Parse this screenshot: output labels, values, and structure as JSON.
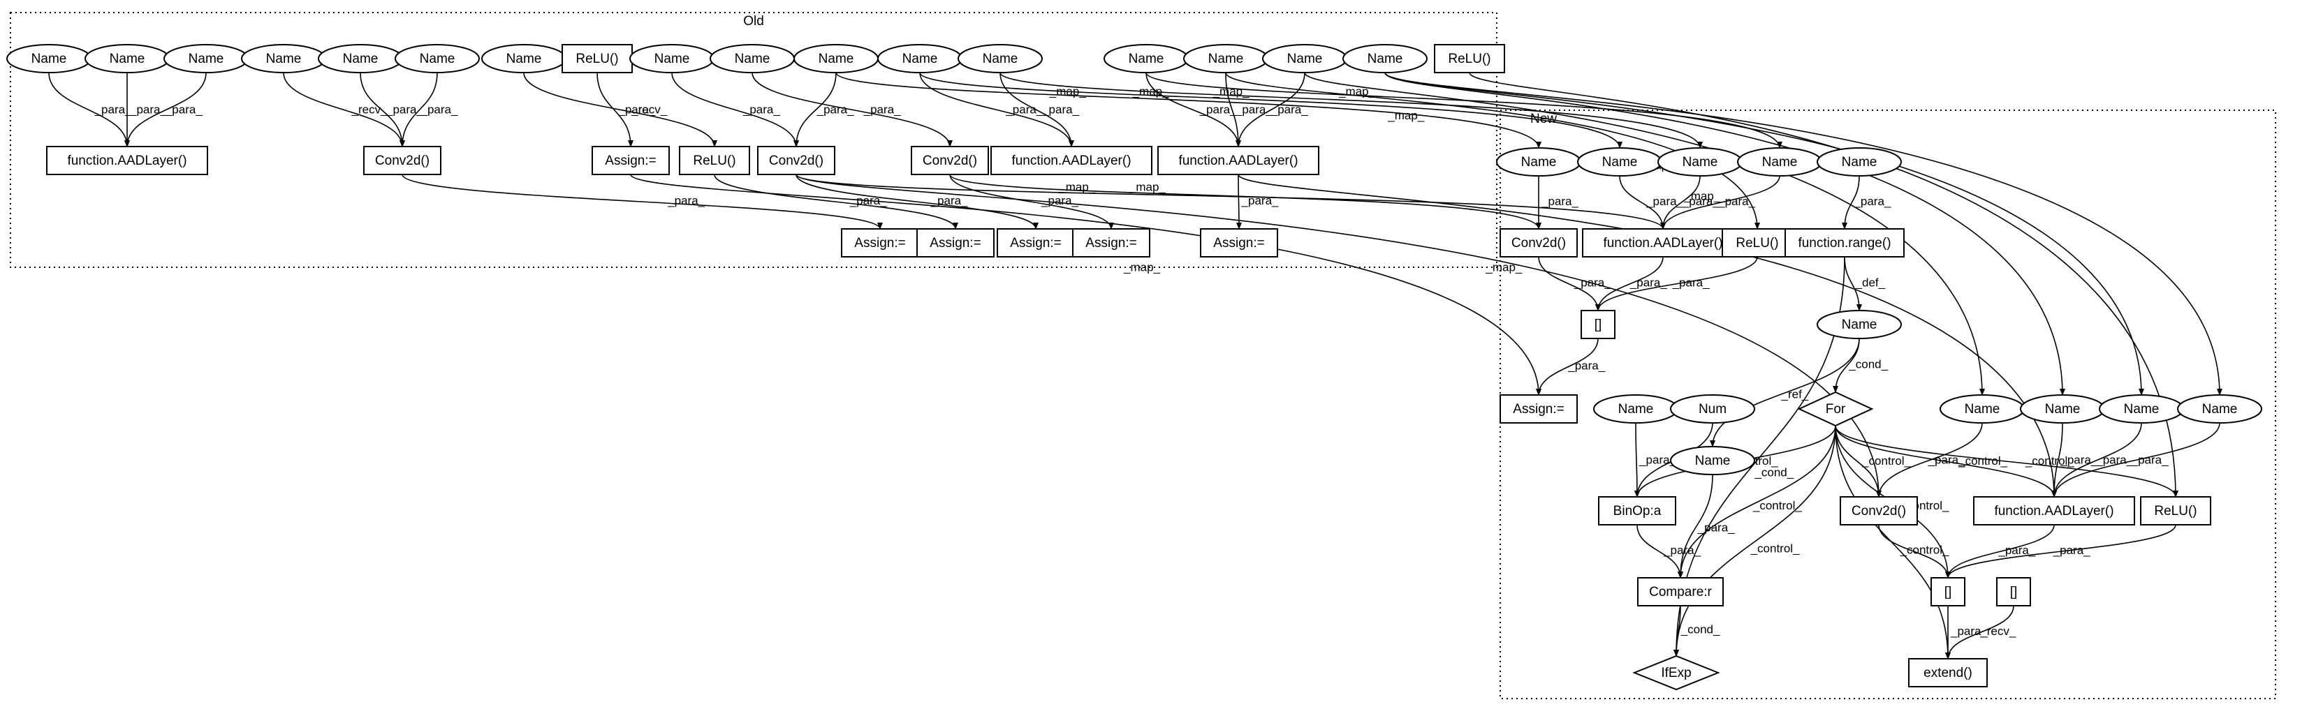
{
  "clusters": [
    {
      "id": "old",
      "label": "Old"
    },
    {
      "id": "new",
      "label": "New"
    }
  ],
  "nodes": [
    {
      "id": "o_n1",
      "shape": "ellipse",
      "label": "Name"
    },
    {
      "id": "o_n2",
      "shape": "ellipse",
      "label": "Name"
    },
    {
      "id": "o_n3",
      "shape": "ellipse",
      "label": "Name"
    },
    {
      "id": "o_n4",
      "shape": "ellipse",
      "label": "Name"
    },
    {
      "id": "o_n5",
      "shape": "ellipse",
      "label": "Name"
    },
    {
      "id": "o_n6",
      "shape": "ellipse",
      "label": "Name"
    },
    {
      "id": "o_n7",
      "shape": "ellipse",
      "label": "Name"
    },
    {
      "id": "o_relu1",
      "shape": "box",
      "label": "ReLU()"
    },
    {
      "id": "o_n8",
      "shape": "ellipse",
      "label": "Name"
    },
    {
      "id": "o_n9",
      "shape": "ellipse",
      "label": "Name"
    },
    {
      "id": "o_n10",
      "shape": "ellipse",
      "label": "Name"
    },
    {
      "id": "o_n11",
      "shape": "ellipse",
      "label": "Name"
    },
    {
      "id": "o_n12",
      "shape": "ellipse",
      "label": "Name"
    },
    {
      "id": "o_n13",
      "shape": "ellipse",
      "label": "Name"
    },
    {
      "id": "o_n14",
      "shape": "ellipse",
      "label": "Name"
    },
    {
      "id": "o_n15",
      "shape": "ellipse",
      "label": "Name"
    },
    {
      "id": "o_n16",
      "shape": "ellipse",
      "label": "Name"
    },
    {
      "id": "o_relu_top",
      "shape": "box",
      "label": "ReLU()"
    },
    {
      "id": "o_aad1",
      "shape": "box",
      "label": "function.AADLayer()"
    },
    {
      "id": "o_conv1",
      "shape": "box",
      "label": "Conv2d()"
    },
    {
      "id": "o_assign1",
      "shape": "box",
      "label": "Assign:="
    },
    {
      "id": "o_relu2",
      "shape": "box",
      "label": "ReLU()"
    },
    {
      "id": "o_conv2",
      "shape": "box",
      "label": "Conv2d()"
    },
    {
      "id": "o_conv3",
      "shape": "box",
      "label": "Conv2d()"
    },
    {
      "id": "o_aad2",
      "shape": "box",
      "label": "function.AADLayer()"
    },
    {
      "id": "o_aad3",
      "shape": "box",
      "label": "function.AADLayer()"
    },
    {
      "id": "o_assign2",
      "shape": "box",
      "label": "Assign:="
    },
    {
      "id": "o_assign3",
      "shape": "box",
      "label": "Assign:="
    },
    {
      "id": "o_assign4",
      "shape": "box",
      "label": "Assign:="
    },
    {
      "id": "o_assign5",
      "shape": "box",
      "label": "Assign:="
    },
    {
      "id": "o_assign6",
      "shape": "box",
      "label": "Assign:="
    },
    {
      "id": "n_n1",
      "shape": "ellipse",
      "label": "Name"
    },
    {
      "id": "n_n2",
      "shape": "ellipse",
      "label": "Name"
    },
    {
      "id": "n_n3",
      "shape": "ellipse",
      "label": "Name"
    },
    {
      "id": "n_n4",
      "shape": "ellipse",
      "label": "Name"
    },
    {
      "id": "n_n5",
      "shape": "ellipse",
      "label": "Name"
    },
    {
      "id": "n_conv1",
      "shape": "box",
      "label": "Conv2d()"
    },
    {
      "id": "n_aad1",
      "shape": "box",
      "label": "function.AADLayer()"
    },
    {
      "id": "n_relu1",
      "shape": "box",
      "label": "ReLU()"
    },
    {
      "id": "n_range",
      "shape": "box",
      "label": "function.range()"
    },
    {
      "id": "n_list1",
      "shape": "box",
      "label": "[]"
    },
    {
      "id": "n_name_def",
      "shape": "ellipse",
      "label": "Name"
    },
    {
      "id": "n_assign",
      "shape": "box",
      "label": "Assign:="
    },
    {
      "id": "n_for",
      "shape": "diamond",
      "label": "For"
    },
    {
      "id": "n_n6",
      "shape": "ellipse",
      "label": "Name"
    },
    {
      "id": "n_num",
      "shape": "ellipse",
      "label": "Num"
    },
    {
      "id": "n_n7",
      "shape": "ellipse",
      "label": "Name"
    },
    {
      "id": "n_n8",
      "shape": "ellipse",
      "label": "Name"
    },
    {
      "id": "n_n9",
      "shape": "ellipse",
      "label": "Name"
    },
    {
      "id": "n_n10",
      "shape": "ellipse",
      "label": "Name"
    },
    {
      "id": "n_n11",
      "shape": "ellipse",
      "label": "Name"
    },
    {
      "id": "n_binop",
      "shape": "box",
      "label": "BinOp:a"
    },
    {
      "id": "n_conv2",
      "shape": "box",
      "label": "Conv2d()"
    },
    {
      "id": "n_aad2",
      "shape": "box",
      "label": "function.AADLayer()"
    },
    {
      "id": "n_relu2",
      "shape": "box",
      "label": "ReLU()"
    },
    {
      "id": "n_compare",
      "shape": "box",
      "label": "Compare:r"
    },
    {
      "id": "n_list2",
      "shape": "box",
      "label": "[]"
    },
    {
      "id": "n_list3",
      "shape": "box",
      "label": "[]"
    },
    {
      "id": "n_ifexp",
      "shape": "diamond",
      "label": "IfExp"
    },
    {
      "id": "n_extend",
      "shape": "box",
      "label": "extend()"
    }
  ],
  "edges": [
    {
      "from": "o_n1",
      "to": "o_aad1",
      "label": "_para_"
    },
    {
      "from": "o_n2",
      "to": "o_aad1",
      "label": "_para_"
    },
    {
      "from": "o_n3",
      "to": "o_aad1",
      "label": "_para_"
    },
    {
      "from": "o_n4",
      "to": "o_conv1",
      "label": "_recv_"
    },
    {
      "from": "o_n5",
      "to": "o_conv1",
      "label": "_para_"
    },
    {
      "from": "o_n6",
      "to": "o_conv1",
      "label": "_para_"
    },
    {
      "from": "o_relu1",
      "to": "o_assign1",
      "label": "_para_"
    },
    {
      "from": "o_n7",
      "to": "o_relu2",
      "label": "_recv_"
    },
    {
      "from": "o_n8",
      "to": "o_conv2",
      "label": "_para_"
    },
    {
      "from": "o_n9",
      "to": "o_conv3",
      "label": "_para_"
    },
    {
      "from": "o_n10",
      "to": "o_conv2",
      "label": "_para_"
    },
    {
      "from": "o_n11",
      "to": "o_aad2",
      "label": "_para_"
    },
    {
      "from": "o_n12",
      "to": "o_aad2",
      "label": "_para_"
    },
    {
      "from": "o_n13",
      "to": "o_aad3",
      "label": "_para_"
    },
    {
      "from": "o_n14",
      "to": "o_aad3",
      "label": "_para_"
    },
    {
      "from": "o_n15",
      "to": "o_aad3",
      "label": "_para_"
    },
    {
      "from": "o_conv1",
      "to": "o_assign2",
      "label": "_para_"
    },
    {
      "from": "o_relu2",
      "to": "o_assign3",
      "label": "_para_"
    },
    {
      "from": "o_conv2",
      "to": "o_assign4",
      "label": "_para_"
    },
    {
      "from": "o_conv3",
      "to": "o_assign5",
      "label": "_para_"
    },
    {
      "from": "o_aad3",
      "to": "o_assign6",
      "label": "_para_"
    },
    {
      "from": "o_n10",
      "to": "n_n1",
      "label": "_map_"
    },
    {
      "from": "o_n11",
      "to": "n_n2",
      "label": "_map_"
    },
    {
      "from": "o_n12",
      "to": "n_n3",
      "label": "_map_"
    },
    {
      "from": "o_n13",
      "to": "n_n4",
      "label": "_map_"
    },
    {
      "from": "o_n14",
      "to": "n_relu1",
      "label": "_map_"
    },
    {
      "from": "o_n15",
      "to": "n_n8",
      "label": "_map_"
    },
    {
      "from": "o_n16",
      "to": "n_n9",
      "label": "_map_"
    },
    {
      "from": "o_n16",
      "to": "n_n10",
      "label": "_map_"
    },
    {
      "from": "o_n16",
      "to": "n_n11",
      "label": "_map_"
    },
    {
      "from": "o_relu_top",
      "to": "n_relu2",
      "label": "_map_"
    },
    {
      "from": "o_conv2",
      "to": "n_aad1",
      "label": "_map_"
    },
    {
      "from": "o_conv3",
      "to": "n_conv1",
      "label": "_map_"
    },
    {
      "from": "o_conv2",
      "to": "n_conv2",
      "label": "_map_"
    },
    {
      "from": "o_aad3",
      "to": "n_aad2",
      "label": "_map_"
    },
    {
      "from": "o_assign1",
      "to": "n_assign",
      "label": "_map_"
    },
    {
      "from": "n_n1",
      "to": "n_conv1",
      "label": "_para_"
    },
    {
      "from": "n_n2",
      "to": "n_aad1",
      "label": "_para_"
    },
    {
      "from": "n_n3",
      "to": "n_aad1",
      "label": "_para_"
    },
    {
      "from": "n_n4",
      "to": "n_aad1",
      "label": "_para_"
    },
    {
      "from": "n_n5",
      "to": "n_range",
      "label": "_para_"
    },
    {
      "from": "n_conv1",
      "to": "n_list1",
      "label": "_para_"
    },
    {
      "from": "n_aad1",
      "to": "n_list1",
      "label": "_para_"
    },
    {
      "from": "n_relu1",
      "to": "n_list1",
      "label": "_para_"
    },
    {
      "from": "n_list1",
      "to": "n_assign",
      "label": "_para_"
    },
    {
      "from": "n_range",
      "to": "n_name_def",
      "label": "_def_"
    },
    {
      "from": "n_range",
      "to": "n_ifexp",
      "label": "_cond_"
    },
    {
      "from": "n_name_def",
      "to": "n_for",
      "label": "_cond_"
    },
    {
      "from": "n_name_def",
      "to": "n_n7",
      "label": "_ref_"
    },
    {
      "from": "n_for",
      "to": "n_binop",
      "label": "_control_"
    },
    {
      "from": "n_for",
      "to": "n_compare",
      "label": "_control_"
    },
    {
      "from": "n_for",
      "to": "n_conv2",
      "label": "_control_"
    },
    {
      "from": "n_for",
      "to": "n_list2",
      "label": "_control_"
    },
    {
      "from": "n_for",
      "to": "n_aad2",
      "label": "_control_"
    },
    {
      "from": "n_for",
      "to": "n_relu2",
      "label": "_control_"
    },
    {
      "from": "n_for",
      "to": "n_ifexp",
      "label": "_control_"
    },
    {
      "from": "n_for",
      "to": "n_extend",
      "label": "_control_"
    },
    {
      "from": "n_n6",
      "to": "n_binop",
      "label": "_para_"
    },
    {
      "from": "n_num",
      "to": "n_binop",
      "label": "_para_"
    },
    {
      "from": "n_n7",
      "to": "n_compare",
      "label": "_para_"
    },
    {
      "from": "n_binop",
      "to": "n_compare",
      "label": "_para_"
    },
    {
      "from": "n_n8",
      "to": "n_conv2",
      "label": "_para_"
    },
    {
      "from": "n_n9",
      "to": "n_aad2",
      "label": "_para_"
    },
    {
      "from": "n_n10",
      "to": "n_aad2",
      "label": "_para_"
    },
    {
      "from": "n_n11",
      "to": "n_aad2",
      "label": "_para_"
    },
    {
      "from": "n_conv2",
      "to": "n_list2",
      "label": ""
    },
    {
      "from": "n_aad2",
      "to": "n_list2",
      "label": "_para_"
    },
    {
      "from": "n_relu2",
      "to": "n_list2",
      "label": "_para_"
    },
    {
      "from": "n_compare",
      "to": "n_ifexp",
      "label": "_cond_"
    },
    {
      "from": "n_list2",
      "to": "n_extend",
      "label": "_para_"
    },
    {
      "from": "n_list3",
      "to": "n_extend",
      "label": "_recv_"
    }
  ]
}
